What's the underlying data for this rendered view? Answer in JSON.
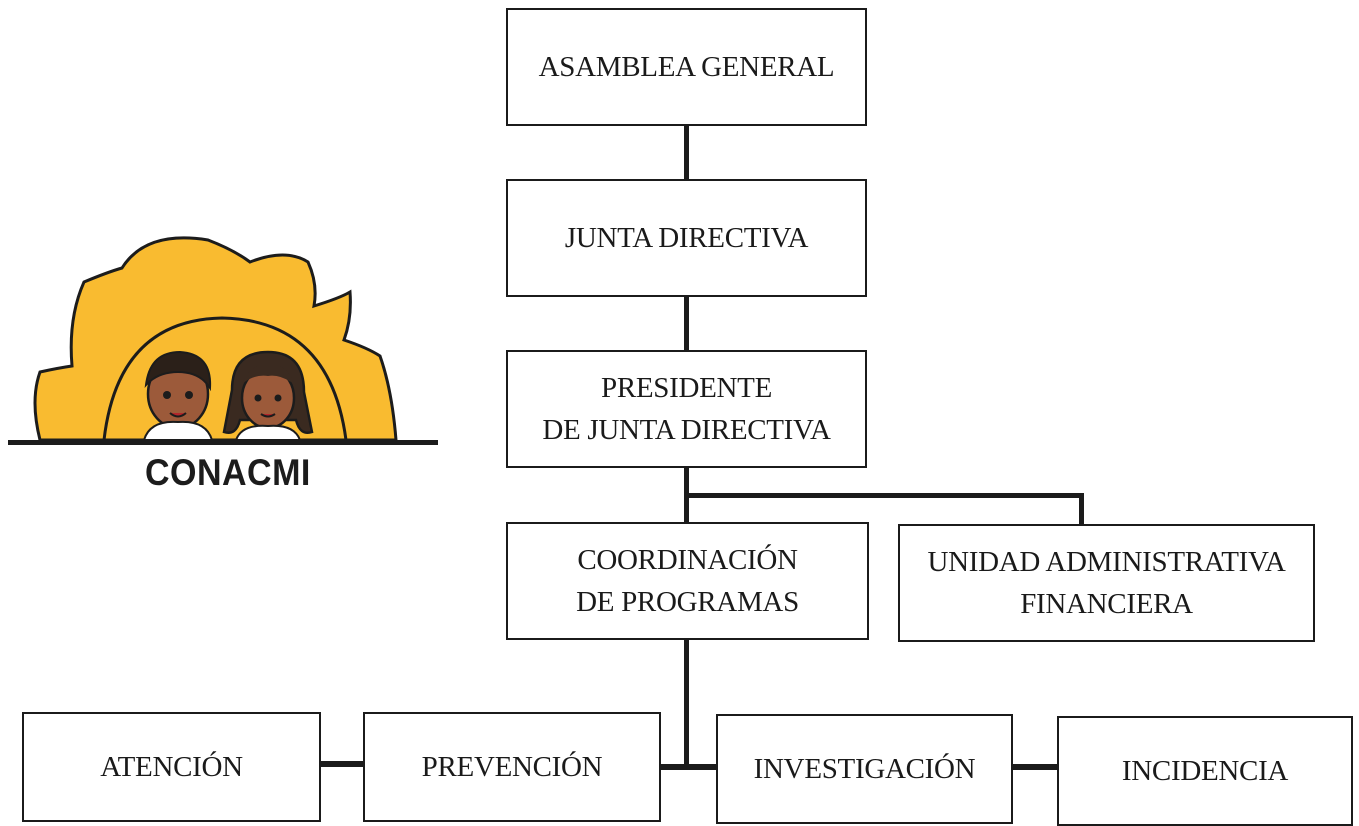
{
  "logo": {
    "name": "CONACMI",
    "sun_color": "#F9BB30",
    "outline_color": "#1c1c1c"
  },
  "nodes": {
    "asamblea": {
      "lines": [
        "ASAMBLEA GENERAL"
      ]
    },
    "junta": {
      "lines": [
        "JUNTA DIRECTIVA"
      ]
    },
    "presidente": {
      "lines": [
        "PRESIDENTE",
        "DE JUNTA DIRECTIVA"
      ]
    },
    "coordinacion": {
      "lines": [
        "COORDINACIÓN",
        "DE PROGRAMAS"
      ]
    },
    "unidad": {
      "lines": [
        "UNIDAD ADMINISTRATIVA",
        "FINANCIERA"
      ]
    },
    "atencion": {
      "lines": [
        "ATENCIÓN"
      ]
    },
    "prevencion": {
      "lines": [
        "PREVENCIÓN"
      ]
    },
    "investigacion": {
      "lines": [
        "INVESTIGACIÓN"
      ]
    },
    "incidencia": {
      "lines": [
        "INCIDENCIA"
      ]
    }
  },
  "colors": {
    "box_border": "#1b1b1b",
    "connector": "#1b1b1b",
    "background": "#ffffff"
  }
}
